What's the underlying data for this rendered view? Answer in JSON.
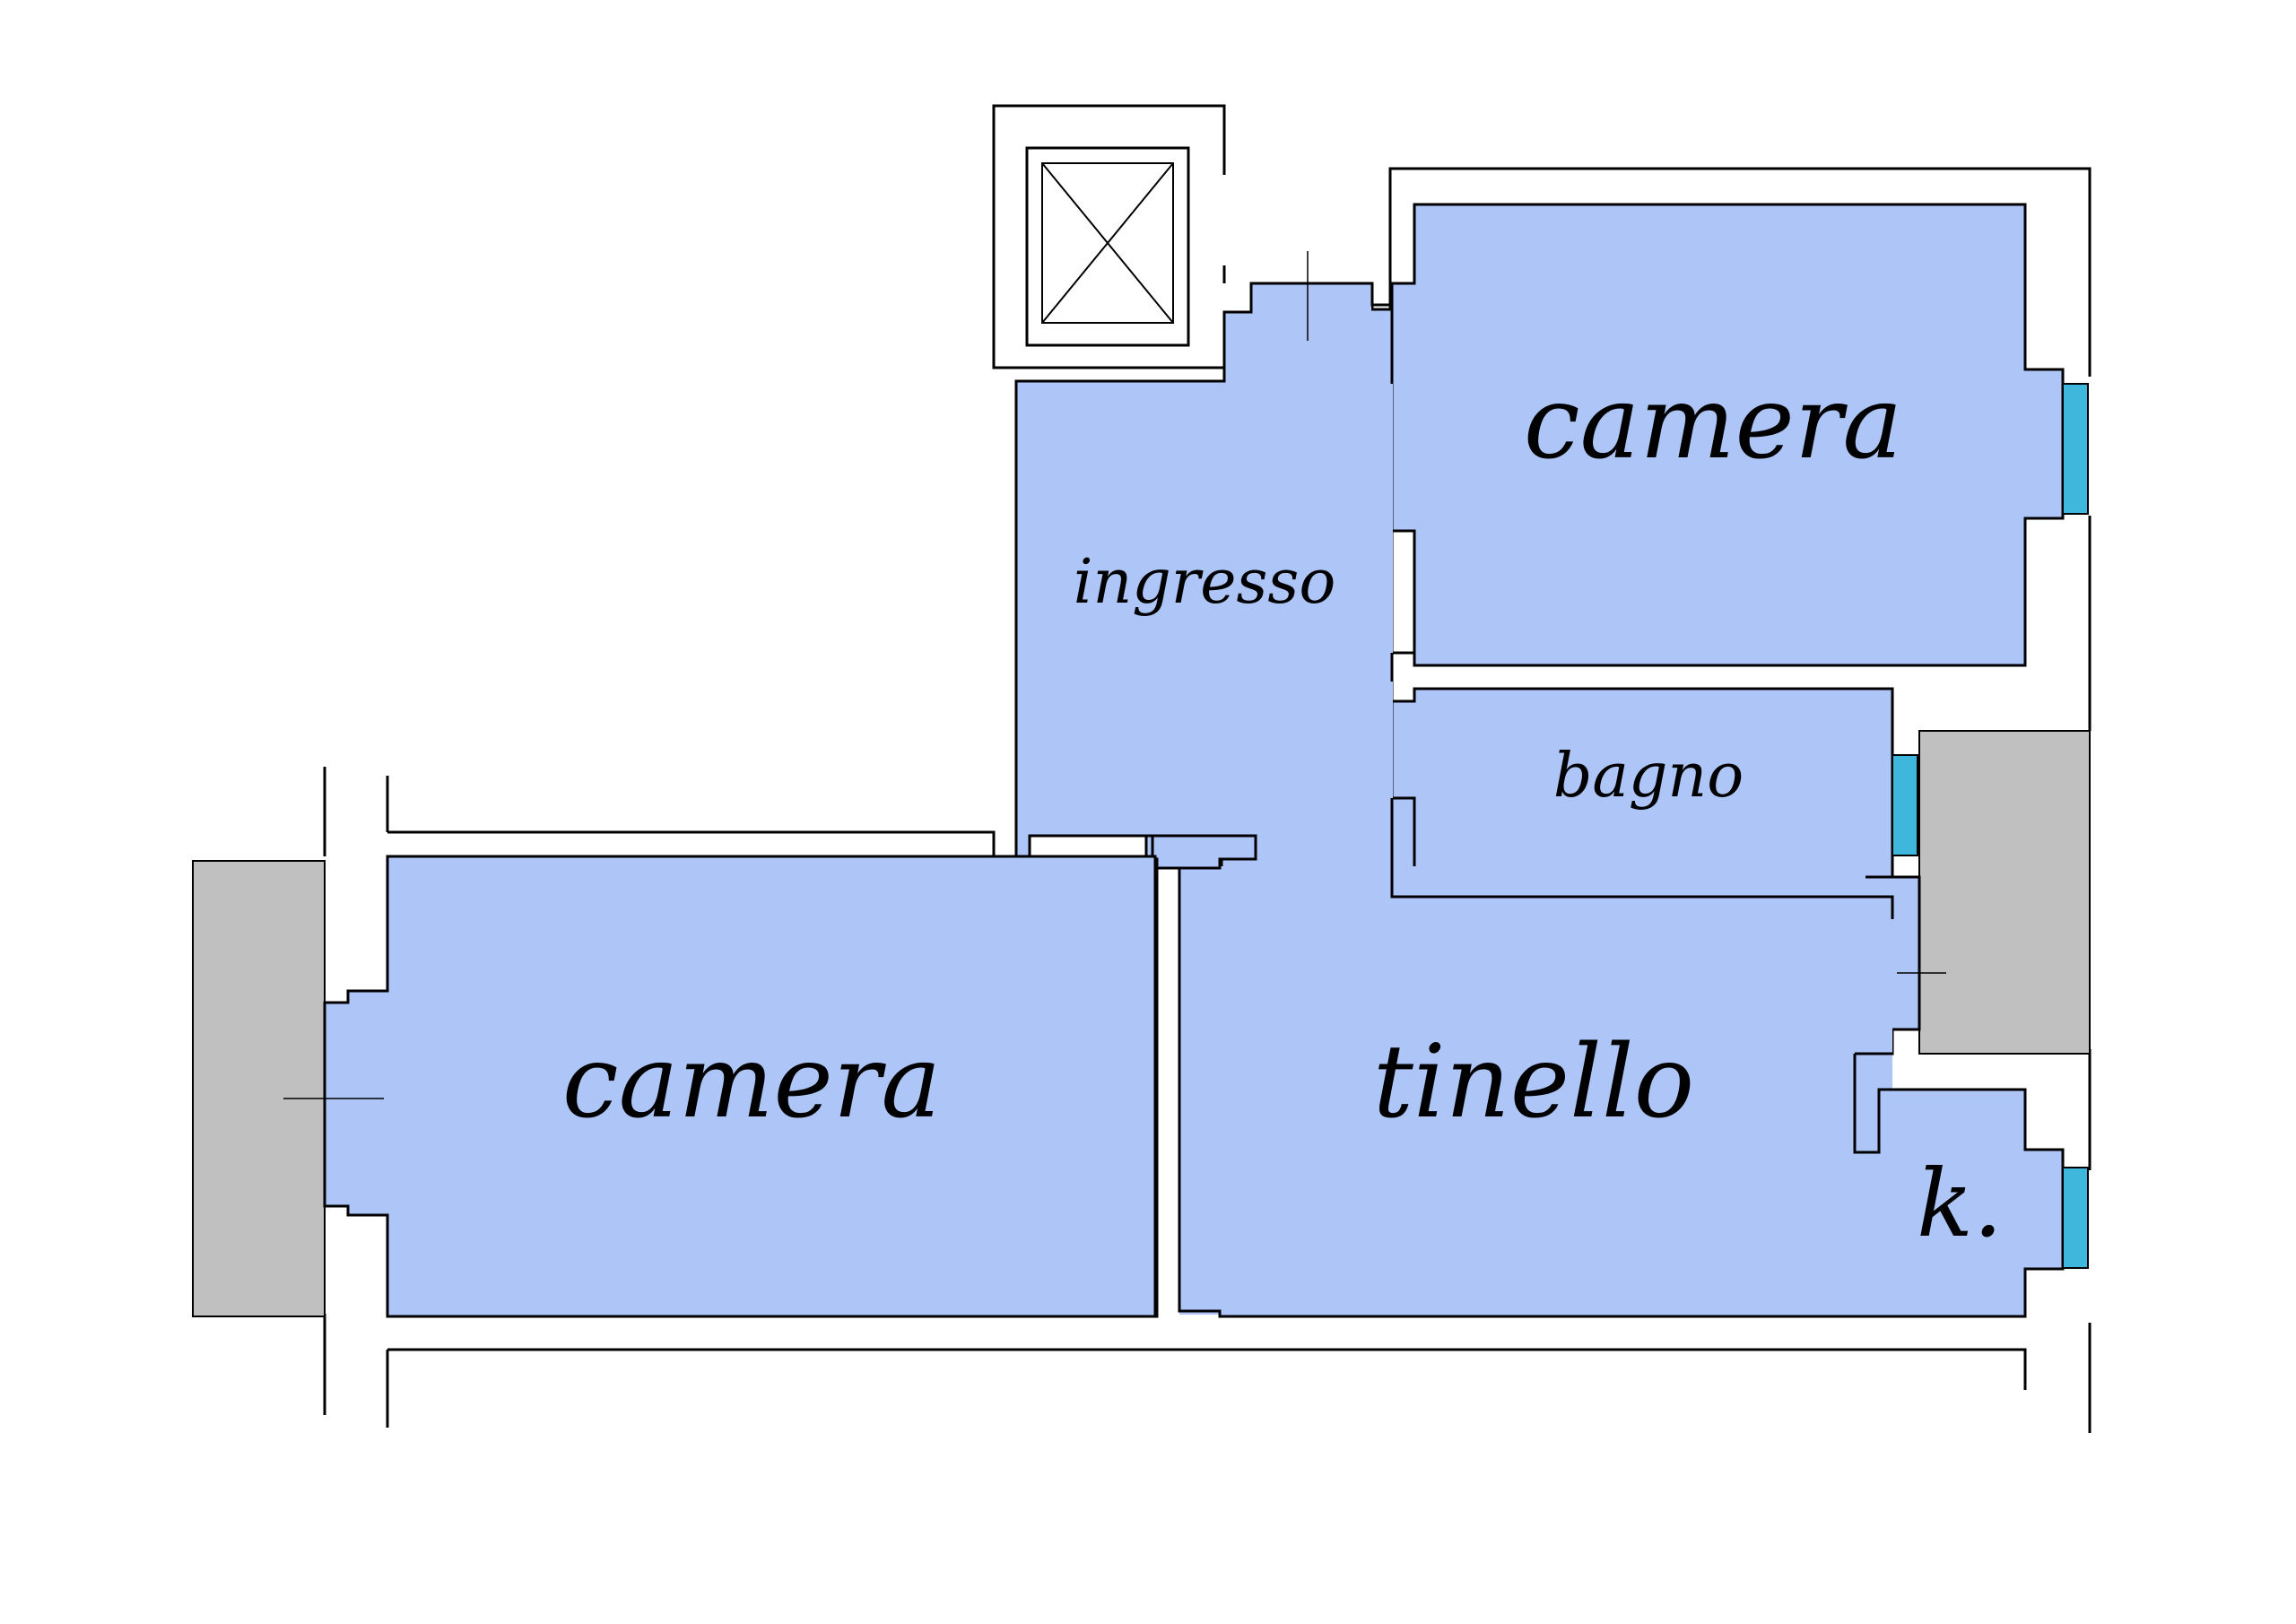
{
  "rooms": {
    "camera_top": "camera",
    "ingresso": "ingresso",
    "bagno": "bagno",
    "camera_left": "camera",
    "tinello": "tinello",
    "kitchen": "k."
  },
  "colors": {
    "room_fill": "#aec6f7",
    "wall": "#000000",
    "balcony": "#c0c0c0",
    "window": "#3fb6dc",
    "background": "#ffffff"
  },
  "icons": {
    "elevator": "elevator-shaft-icon"
  }
}
